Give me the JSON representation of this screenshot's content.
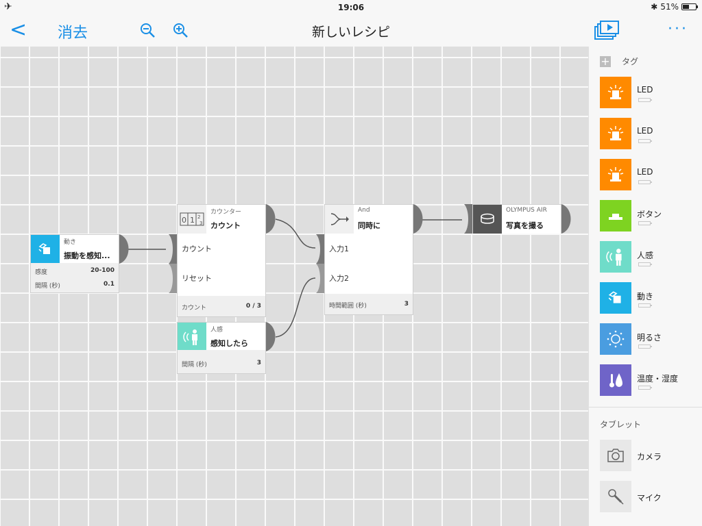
{
  "status": {
    "time": "19:06",
    "battery": "51%",
    "battery_level": 0.51
  },
  "nav": {
    "undo": "消去",
    "title": "新しいレシピ"
  },
  "nodes": {
    "motion": {
      "category": "動き",
      "name": "振動を感知...",
      "p1_label": "感度",
      "p1_value": "20-100",
      "p2_label": "間隔 (秒)",
      "p2_value": "0.1"
    },
    "counter": {
      "category": "カウンター",
      "name": "カウント",
      "in1": "カウント",
      "in2": "リセット",
      "foot_label": "カウント",
      "foot_value": "0 / 3",
      "digits": [
        "0",
        "1",
        "2",
        "3"
      ]
    },
    "human": {
      "category": "人感",
      "name": "感知したら",
      "foot_label": "間隔 (秒)",
      "foot_value": "3"
    },
    "and": {
      "category": "And",
      "name": "同時に",
      "in1": "入力1",
      "in2": "入力2",
      "foot_label": "時間範囲 (秒)",
      "foot_value": "3"
    },
    "camera": {
      "category": "OLYMPUS AIR",
      "name": "写真を撮る"
    }
  },
  "sidebar": {
    "tag_title": "タグ",
    "items": [
      {
        "label": "LED",
        "color": "#ff8a00",
        "icon": "led-icon"
      },
      {
        "label": "LED",
        "color": "#ff8a00",
        "icon": "led-icon"
      },
      {
        "label": "LED",
        "color": "#ff8a00",
        "icon": "led-icon"
      },
      {
        "label": "ボタン",
        "color": "#7ed321",
        "icon": "button-icon"
      },
      {
        "label": "人感",
        "color": "#6fdcc9",
        "icon": "human-sensor-icon"
      },
      {
        "label": "動き",
        "color": "#1fb1e6",
        "icon": "motion-icon"
      },
      {
        "label": "明るさ",
        "color": "#4a9de0",
        "icon": "brightness-icon"
      },
      {
        "label": "温度・湿度",
        "color": "#6f64c8",
        "icon": "temperature-icon"
      }
    ],
    "tablet_title": "タブレット",
    "tablet_items": [
      {
        "label": "カメラ",
        "icon": "camera-icon"
      },
      {
        "label": "マイク",
        "icon": "microphone-icon"
      }
    ]
  }
}
